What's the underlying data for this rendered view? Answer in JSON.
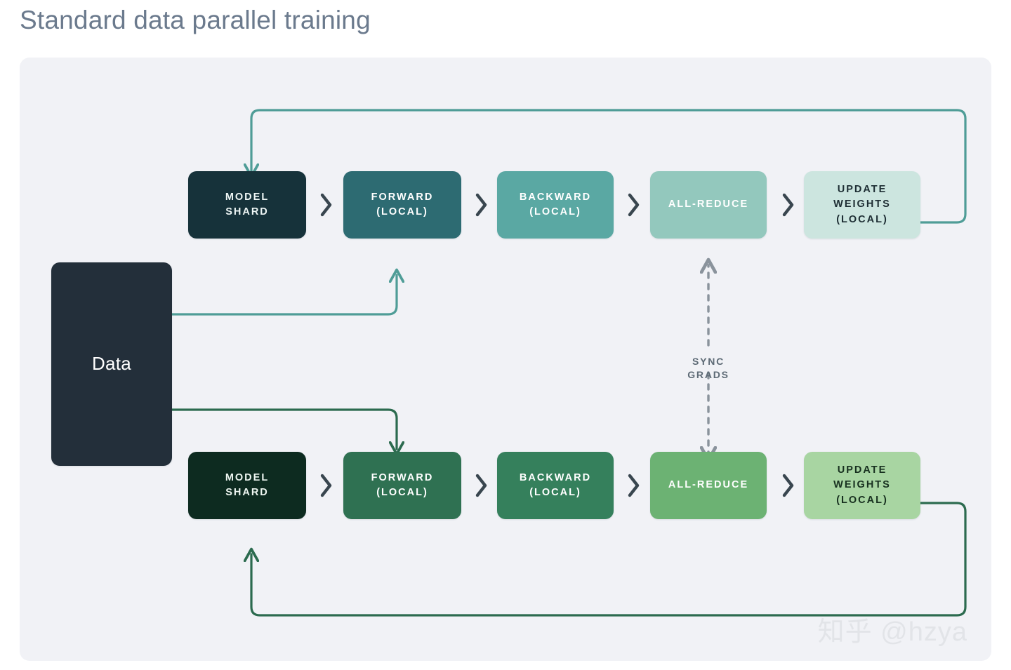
{
  "title": "Standard data parallel training",
  "watermark": "知乎 @hzya",
  "colors": {
    "title_text": "#6b7a8d",
    "panel_bg": "#f1f2f6",
    "page_bg": "#ffffff",
    "chevron": "#39464f",
    "sync_arrow": "#8a939c",
    "sync_text": "#5d6a75",
    "row1_wire": "#4f9d97",
    "row2_wire": "#2c6b4f",
    "watermark": "#e2e4e8"
  },
  "data_node": {
    "label": "Data",
    "bg": "#232f3a",
    "text": "#ffffff"
  },
  "sync": {
    "label": "SYNC\nGRADS",
    "arrow_style": "dashed-bidirectional"
  },
  "rows": [
    {
      "name": "row-1-teal",
      "wire_color": "#4f9d97",
      "nodes": [
        {
          "label": "MODEL\nSHARD",
          "bg": "#16323a",
          "text": "#eef6f5"
        },
        {
          "label": "FORWARD\n(LOCAL)",
          "bg": "#2d6b72",
          "text": "#ffffff"
        },
        {
          "label": "BACKWARD\n(LOCAL)",
          "bg": "#5aa8a3",
          "text": "#ffffff"
        },
        {
          "label": "ALL-REDUCE",
          "bg": "#93c8bd",
          "text": "#ffffff"
        },
        {
          "label": "UPDATE\nWEIGHTS\n(LOCAL)",
          "bg": "#cce5df",
          "text": "#1d2d33"
        }
      ]
    },
    {
      "name": "row-2-green",
      "wire_color": "#2c6b4f",
      "nodes": [
        {
          "label": "MODEL\nSHARD",
          "bg": "#0d2b20",
          "text": "#eef6f1"
        },
        {
          "label": "FORWARD\n(LOCAL)",
          "bg": "#2f7152",
          "text": "#ffffff"
        },
        {
          "label": "BACKWARD\n(LOCAL)",
          "bg": "#35805c",
          "text": "#ffffff"
        },
        {
          "label": "ALL-REDUCE",
          "bg": "#6cb273",
          "text": "#ffffff"
        },
        {
          "label": "UPDATE\nWEIGHTS\n(LOCAL)",
          "bg": "#a8d5a2",
          "text": "#17301f"
        }
      ]
    }
  ],
  "chevron_glyph": "chevron-right-icon"
}
